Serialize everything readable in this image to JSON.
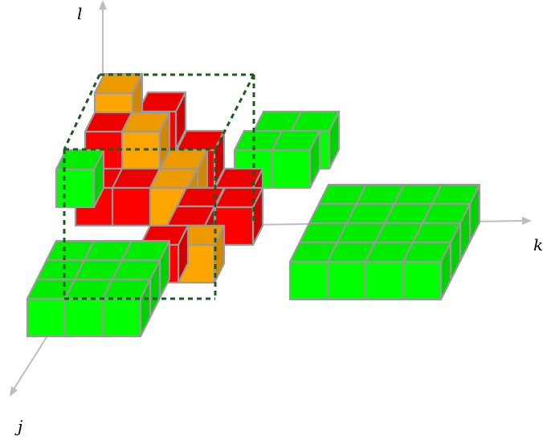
{
  "axes": {
    "l": "l",
    "k": "k",
    "j": "j"
  },
  "colors": {
    "green": "#00ff00",
    "red": "#ff0000",
    "orange": "#ffa500",
    "edge": "#9a9a9a",
    "axis": "#bdbdbd",
    "dashed_box": "#1e5a1e"
  }
}
